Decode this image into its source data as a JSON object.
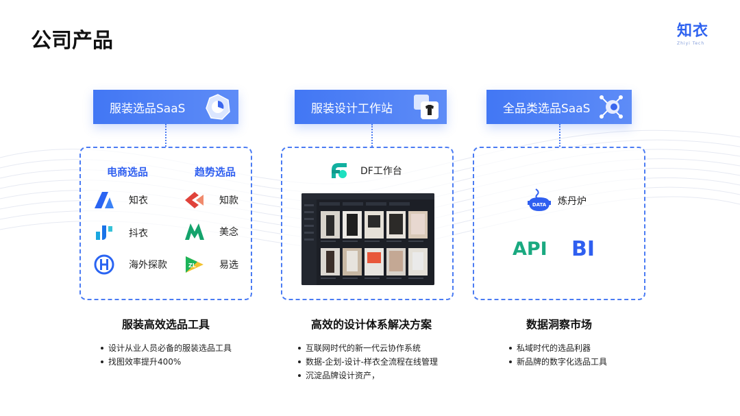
{
  "page": {
    "title": "公司产品"
  },
  "brand": {
    "name": "知衣",
    "sub": "Zhiyi Tech"
  },
  "columns": [
    {
      "header": "服装选品SaaS",
      "header_icon": "radar-chart-icon",
      "left_heading": "电商选品",
      "right_heading": "趋势选品",
      "apps": [
        {
          "name": "知衣",
          "icon": "zhiyi-logo-icon"
        },
        {
          "name": "知款",
          "icon": "zhikuan-logo-icon"
        },
        {
          "name": "抖衣",
          "icon": "douyi-logo-icon"
        },
        {
          "name": "美念",
          "icon": "meinian-logo-icon"
        },
        {
          "name": "海外探款",
          "icon": "haiwai-logo-icon"
        },
        {
          "name": "易选",
          "icon": "yixuan-logo-icon"
        }
      ],
      "feature_title": "服装高效选品工具",
      "bullets": [
        "设计从业人员必备的服装选品工具",
        "找图效率提升400%"
      ]
    },
    {
      "header": "服装设计工作站",
      "header_icon": "tshirt-card-icon",
      "product_name": "DF工作台",
      "feature_title": "高效的设计体系解决方案",
      "bullets": [
        "互联网时代的新一代云协作系统",
        "数据-企划-设计-样衣全流程在线管理",
        "沉淀品牌设计资产，"
      ]
    },
    {
      "header": "全品类选品SaaS",
      "header_icon": "network-node-icon",
      "product_name": "炼丹炉",
      "badge": "DATA",
      "api_label": "API",
      "bi_label": "BI",
      "feature_title": "数据洞察市场",
      "bullets": [
        "私域时代的选品利器",
        "新品牌的数字化选品工具"
      ]
    }
  ],
  "colors": {
    "accent": "#2f5ff0",
    "header_gradient_start": "#4277f4",
    "header_gradient_end": "#5e8cf7",
    "green": "#1aa980",
    "dashed_border": "#4a7bf3"
  }
}
